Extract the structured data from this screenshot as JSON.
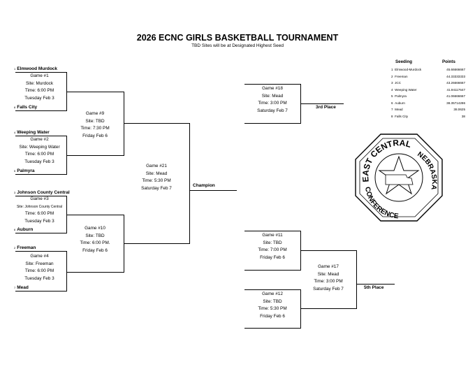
{
  "header": {
    "title": "2026 ECNC GIRLS BASKETBALL TOURNAMENT",
    "subtitle": "TBD Sites will be at Designated Highest Seed"
  },
  "teams": [
    {
      "seed": "1",
      "name": "Elmwood Murdock"
    },
    {
      "seed": "8",
      "name": "Falls City"
    },
    {
      "seed": "4",
      "name": "Weeping Water"
    },
    {
      "seed": "5",
      "name": "Palmyra"
    },
    {
      "seed": "3",
      "name": "Johnson County Central"
    },
    {
      "seed": "6",
      "name": "Auburn"
    },
    {
      "seed": "2",
      "name": "Freeman"
    },
    {
      "seed": "7",
      "name": "Mead"
    }
  ],
  "games": {
    "g1": {
      "name": "Game #1",
      "site": "Site: Murdock",
      "time": "Time: 6:00 PM",
      "date": "Tuesday Feb 3"
    },
    "g2": {
      "name": "Game #2",
      "site": "Site: Weeping Water",
      "time": "Time: 6:00 PM",
      "date": "Tuesday Feb 3"
    },
    "g3": {
      "name": "Game #3",
      "site": "Site: Johnson County Central",
      "time": "Time: 6:00 PM",
      "date": "Tuesday Feb 3"
    },
    "g4": {
      "name": "Game #4",
      "site": "Site: Freeman",
      "time": "Time: 6:00 PM",
      "date": "Tuesday Feb 3"
    },
    "g9": {
      "name": "Game #9",
      "site": "Site: TBD",
      "time": "Time: 7:30 PM",
      "date": "Friday Feb 6"
    },
    "g10": {
      "name": "Game #10",
      "site": "Site: TBD",
      "time": "Time: 6:00 PM.",
      "date": "Friday Feb 6"
    },
    "g21": {
      "name": "Game #21",
      "site": "Site: Mead",
      "time": "Time: 5:30 PM",
      "date": "Saturday Feb 7"
    },
    "g18": {
      "name": "Game #18",
      "site": "Site: Mead",
      "time": "Time: 3:00 PM",
      "date": "Saturday Feb 7"
    },
    "g11": {
      "name": "Game #11",
      "site": "Site: TBD",
      "time": "Time: 7:00 PM",
      "date": "Friday Feb 6"
    },
    "g12": {
      "name": "Game #12",
      "site": "Site: TBD",
      "time": "Time: 5:30 PM",
      "date": "Friday Feb 6"
    },
    "g17": {
      "name": "Game #17",
      "site": "Site: Mead",
      "time": "Time: 3:00 PM",
      "date": "Saturday Feb 7"
    }
  },
  "results": {
    "champion": "Champion",
    "third": "3rd Place",
    "fifth": "5th Place"
  },
  "seeding": {
    "header_seed": "Seeding",
    "header_points": "Points",
    "rows": [
      {
        "seed": "1",
        "name": "Elmwood-Murdock",
        "points": "45.66666667"
      },
      {
        "seed": "2",
        "name": "Freeman",
        "points": "44.33333333"
      },
      {
        "seed": "3",
        "name": "JCC",
        "points": "43.26666667"
      },
      {
        "seed": "4",
        "name": "Weeping Water",
        "points": "41.94117647"
      },
      {
        "seed": "5",
        "name": "Palmyra",
        "points": "41.06666667"
      },
      {
        "seed": "6",
        "name": "Auburn",
        "points": "38.35714286"
      },
      {
        "seed": "7",
        "name": "Mead",
        "points": "38.0625"
      },
      {
        "seed": "8",
        "name": "Falls City",
        "points": "38"
      }
    ]
  },
  "seal": {
    "top_text": "EAST CENTRAL",
    "right_text": "NEBRASKA",
    "bottom_text": "CONFERENCE"
  }
}
